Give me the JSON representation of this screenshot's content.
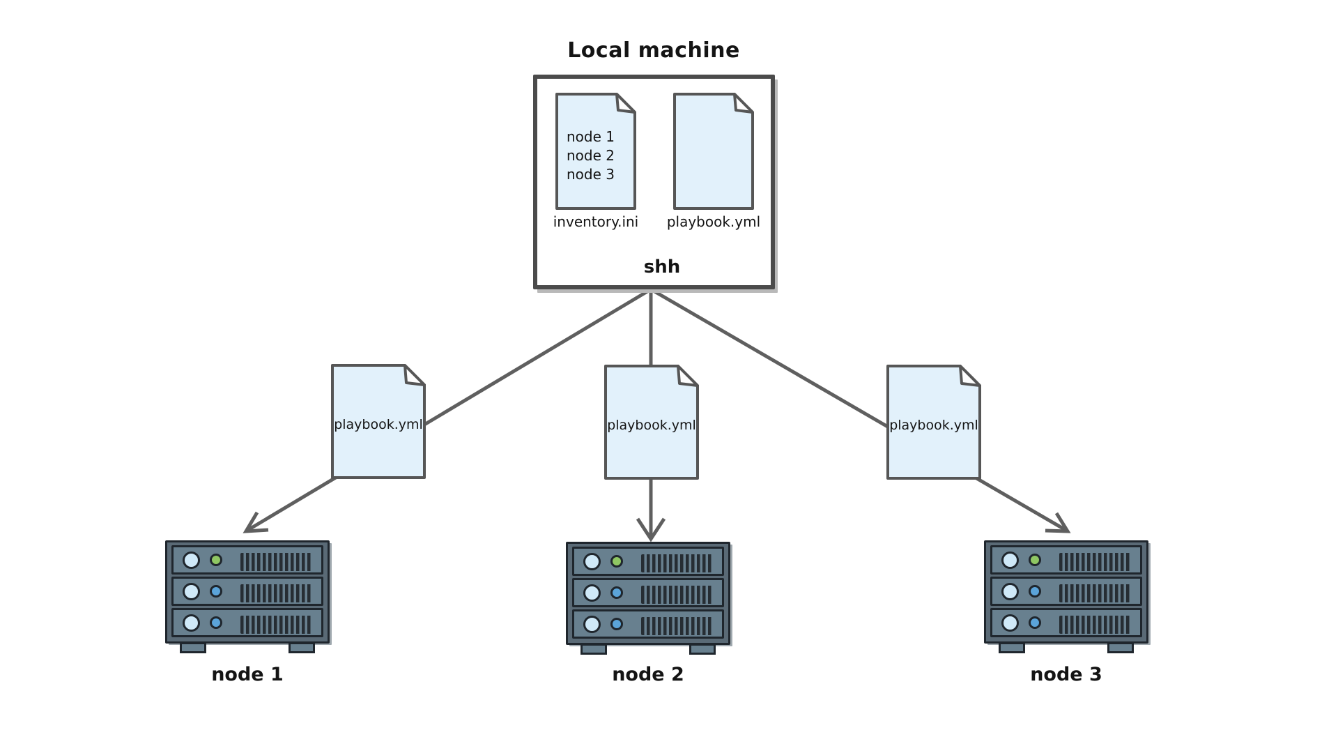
{
  "diagram": {
    "title": "Local machine",
    "connection_label": "shh",
    "local_files": {
      "inventory": {
        "name": "inventory.ini",
        "lines": [
          "node 1",
          "node 2",
          "node 3"
        ]
      },
      "playbook": {
        "name": "playbook.yml"
      }
    },
    "transferred_files": [
      {
        "name": "playbook.yml",
        "target": "node 1"
      },
      {
        "name": "playbook.yml",
        "target": "node 2"
      },
      {
        "name": "playbook.yml",
        "target": "node 3"
      }
    ],
    "nodes": [
      {
        "label": "node 1"
      },
      {
        "label": "node 2"
      },
      {
        "label": "node 3"
      }
    ],
    "colors": {
      "document_fill": "#e2f1fb",
      "document_border": "#565656",
      "box_border": "#4b4b4b",
      "arrow": "#5f5f5f",
      "rack_frame": "#5a6a76",
      "rack_unit": "#68808f",
      "led_light_blue": "#cfe9f8",
      "led_green": "#8fc763",
      "led_blue": "#5ba4d9",
      "text": "#141414"
    }
  }
}
